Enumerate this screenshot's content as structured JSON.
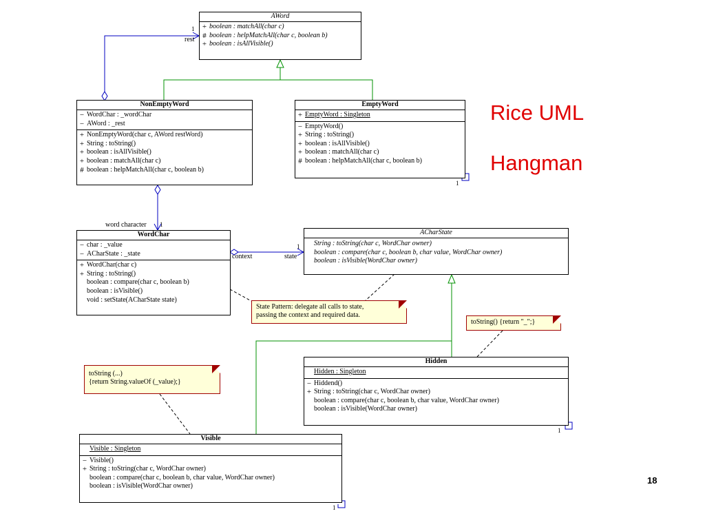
{
  "titles": [
    "Rice UML",
    "Hangman"
  ],
  "page_number": "18",
  "classes": {
    "aword": {
      "name": "AWord",
      "methods": [
        {
          "vis": "+",
          "text": "boolean : matchAll(char c)"
        },
        {
          "vis": "#",
          "text": "boolean : helpMatchAll(char c, boolean b)"
        },
        {
          "vis": "+",
          "text": "boolean : isAllVisible()"
        }
      ]
    },
    "nonemptyword": {
      "name": "NonEmptyWord",
      "attributes": [
        {
          "vis": "−",
          "text": "WordChar : _wordChar"
        },
        {
          "vis": "−",
          "text": "AWord : _rest"
        }
      ],
      "methods": [
        {
          "vis": "+",
          "text": "NonEmptyWord(char c, AWord restWord)"
        },
        {
          "vis": "+",
          "text": "String : toString()"
        },
        {
          "vis": "+",
          "text": "boolean : isAllVisible()"
        },
        {
          "vis": "+",
          "text": "boolean : matchAll(char c)"
        },
        {
          "vis": "#",
          "text": "boolean : helpMatchAll(char c, boolean b)"
        }
      ]
    },
    "emptyword": {
      "name": "EmptyWord",
      "attributes": [
        {
          "vis": "+",
          "text": "EmptyWord : Singleton"
        }
      ],
      "methods": [
        {
          "vis": "−",
          "text": "EmptyWord()"
        },
        {
          "vis": "+",
          "text": "String : toString()"
        },
        {
          "vis": "+",
          "text": "boolean : isAllVisible()"
        },
        {
          "vis": "+",
          "text": "boolean : matchAll(char c)"
        },
        {
          "vis": "#",
          "text": "boolean : helpMatchAll(char c, boolean b)"
        }
      ]
    },
    "wordchar": {
      "name": "WordChar",
      "attributes": [
        {
          "vis": "−",
          "text": "char : _value"
        },
        {
          "vis": "−",
          "text": "ACharState : _state"
        }
      ],
      "methods": [
        {
          "vis": "+",
          "text": "WordChar(char c)"
        },
        {
          "vis": "+",
          "text": "String : toString()"
        },
        {
          "vis": "",
          "text": "boolean : compare(char c, boolean b)"
        },
        {
          "vis": "",
          "text": "boolean : isVisible()"
        },
        {
          "vis": "",
          "text": "void : setState(ACharState state)"
        }
      ]
    },
    "acharstate": {
      "name": "ACharState",
      "methods": [
        {
          "vis": "",
          "text": "String : toString(char c, WordChar owner)"
        },
        {
          "vis": "",
          "text": "boolean : compare(char c, boolean b, char value, WordChar owner)"
        },
        {
          "vis": "",
          "text": "boolean : isVisible(WordChar owner)"
        }
      ]
    },
    "hidden": {
      "name": "Hidden",
      "attributes": [
        {
          "vis": "",
          "text": "Hidden : Singleton"
        }
      ],
      "methods": [
        {
          "vis": "−",
          "text": "Hiddend()"
        },
        {
          "vis": "+",
          "text": "String : toString(char c, WordChar owner)"
        },
        {
          "vis": "",
          "text": "boolean : compare(char c, boolean b, char value, WordChar owner)"
        },
        {
          "vis": "",
          "text": "boolean : isVisible(WordChar owner)"
        }
      ]
    },
    "visible": {
      "name": "Visible",
      "attributes": [
        {
          "vis": "",
          "text": "Visible : Singleton"
        }
      ],
      "methods": [
        {
          "vis": "−",
          "text": "Visible()"
        },
        {
          "vis": "+",
          "text": "String : toString(char c, WordChar owner)"
        },
        {
          "vis": "",
          "text": "boolean : compare(char c, boolean b, char value, WordChar owner)"
        },
        {
          "vis": "",
          "text": "boolean : isVisible(WordChar owner)"
        }
      ]
    }
  },
  "notes": {
    "state_pattern": [
      "State Pattern: delegate all calls to state,",
      "passing the context and required data."
    ],
    "hidden_tostring": [
      "toString() {return \"_\";}"
    ],
    "visible_tostring": [
      "toString (...)",
      "{return String.valueOf (_value);}"
    ]
  },
  "labels": {
    "rest": "rest",
    "word_character": "word character",
    "context": "context",
    "state": "state"
  },
  "multiplicities": {
    "rest": "1",
    "word_character": "1",
    "state": "1",
    "emptyword": "1",
    "hidden": "1",
    "visible": "1"
  },
  "colors": {
    "association": "#0000c0",
    "generalization": "#009000",
    "note_border": "#a00000",
    "note_fill": "#ffffd9",
    "title": "#e00000"
  }
}
